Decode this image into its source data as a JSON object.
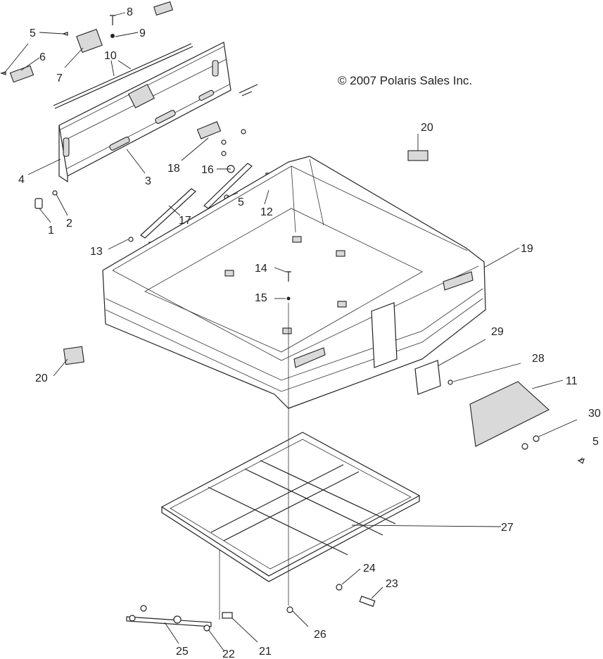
{
  "copyright": "© 2007 Polaris Sales Inc.",
  "callouts": [
    {
      "id": "c5a",
      "label": "5"
    },
    {
      "id": "c8",
      "label": "8"
    },
    {
      "id": "c9",
      "label": "9"
    },
    {
      "id": "c6",
      "label": "6"
    },
    {
      "id": "c10",
      "label": "10"
    },
    {
      "id": "c7",
      "label": "7"
    },
    {
      "id": "c20a",
      "label": "20"
    },
    {
      "id": "c18",
      "label": "18"
    },
    {
      "id": "c16",
      "label": "16"
    },
    {
      "id": "c4",
      "label": "4"
    },
    {
      "id": "c3",
      "label": "3"
    },
    {
      "id": "c12",
      "label": "12"
    },
    {
      "id": "c5b",
      "label": "5"
    },
    {
      "id": "c1",
      "label": "1"
    },
    {
      "id": "c2",
      "label": "2"
    },
    {
      "id": "c17",
      "label": "17"
    },
    {
      "id": "c13",
      "label": "13"
    },
    {
      "id": "c19",
      "label": "19"
    },
    {
      "id": "c14",
      "label": "14"
    },
    {
      "id": "c15",
      "label": "15"
    },
    {
      "id": "c29",
      "label": "29"
    },
    {
      "id": "c28",
      "label": "28"
    },
    {
      "id": "c20b",
      "label": "20"
    },
    {
      "id": "c11",
      "label": "11"
    },
    {
      "id": "c30",
      "label": "30"
    },
    {
      "id": "c5c",
      "label": "5"
    },
    {
      "id": "c27",
      "label": "27"
    },
    {
      "id": "c24",
      "label": "24"
    },
    {
      "id": "c23",
      "label": "23"
    },
    {
      "id": "c26",
      "label": "26"
    },
    {
      "id": "c25",
      "label": "25"
    },
    {
      "id": "c22",
      "label": "22"
    },
    {
      "id": "c21",
      "label": "21"
    }
  ]
}
